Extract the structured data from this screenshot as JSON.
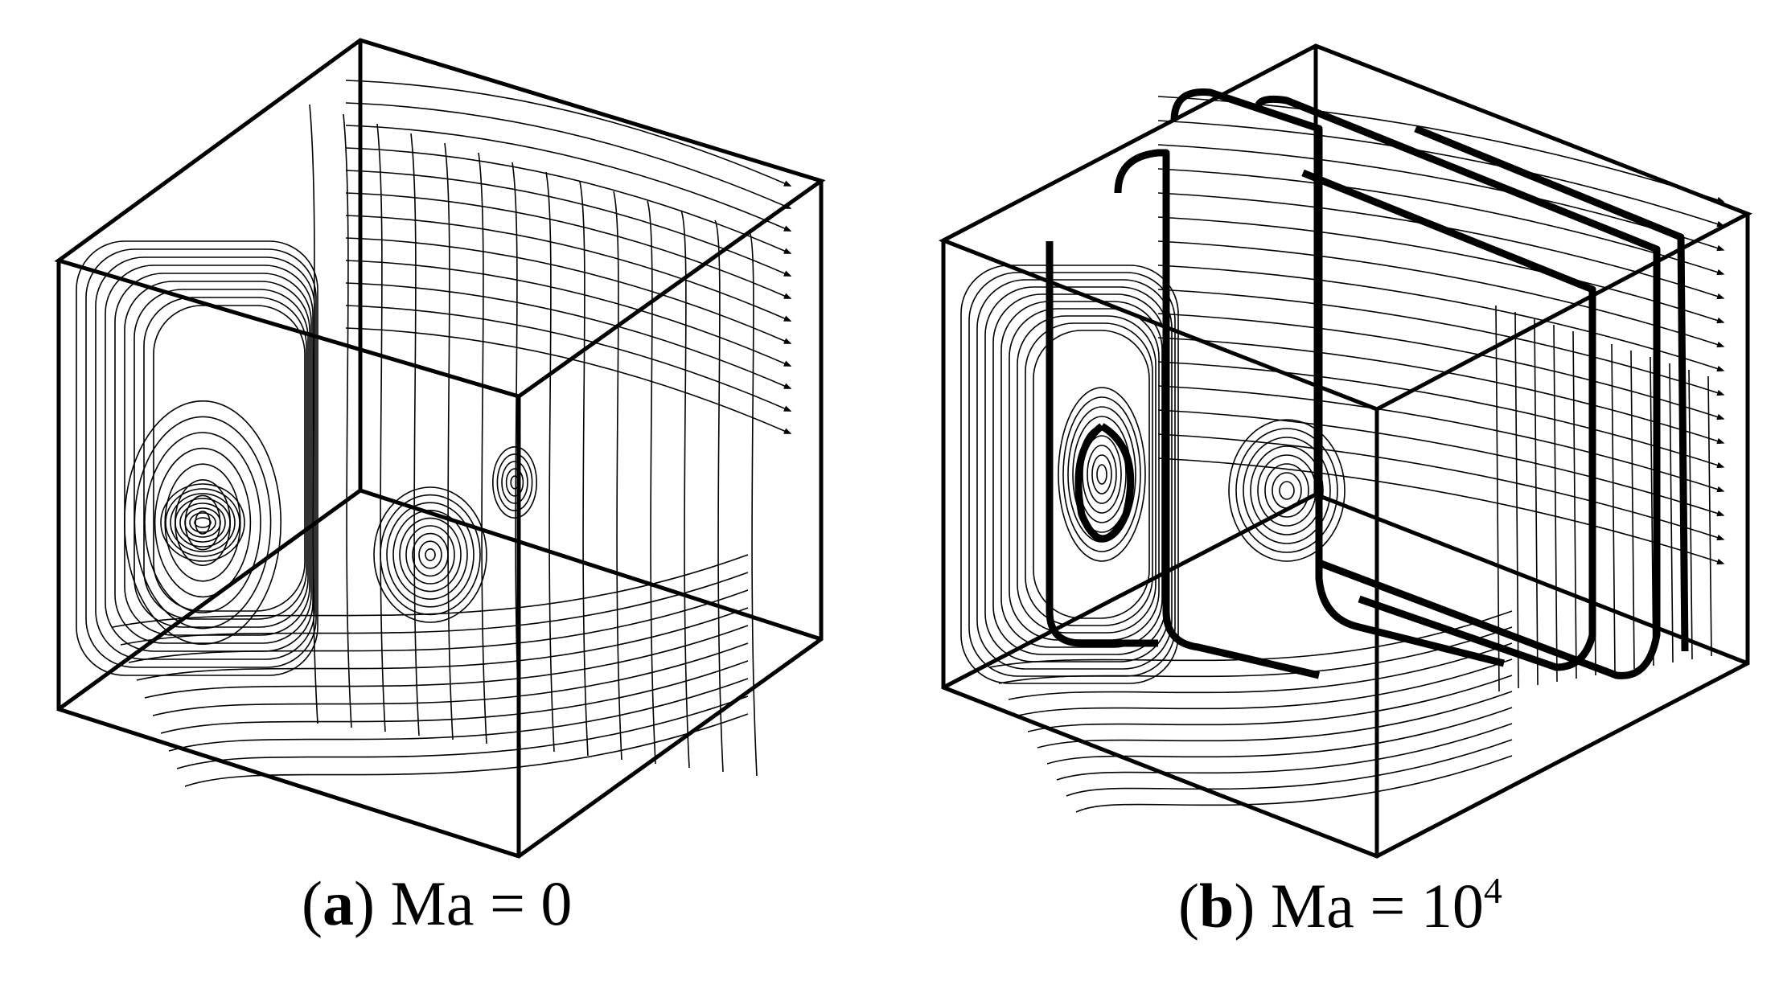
{
  "panels": [
    {
      "id": "a",
      "letter": "a",
      "label": "Ma = 0",
      "exponent": ""
    },
    {
      "id": "b",
      "letter": "b",
      "label": "Ma = 10",
      "exponent": "4"
    }
  ],
  "colors": {
    "background": "#ffffff",
    "ink": "#000000"
  }
}
